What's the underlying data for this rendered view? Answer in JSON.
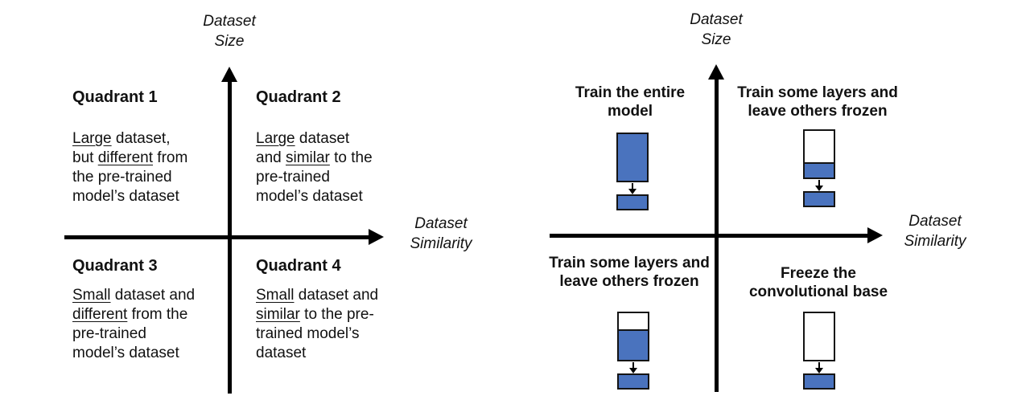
{
  "colors": {
    "accent_blue": "#4a73be",
    "axis_black": "#000000"
  },
  "left_diagram": {
    "y_axis_label": "Dataset\nSize",
    "x_axis_label": "Dataset\nSimilarity",
    "quadrants": [
      {
        "title": "Quadrant 1",
        "u1": "Large",
        "mid": " dataset,\nbut ",
        "u2": "different",
        "tail": " from\nthe pre-trained\nmodel’s dataset"
      },
      {
        "title": "Quadrant 2",
        "u1": "Large",
        "mid": " dataset\nand ",
        "u2": "similar",
        "tail": " to the\npre-trained\nmodel’s dataset"
      },
      {
        "title": "Quadrant 3",
        "u1": "Small",
        "mid": " dataset and\n",
        "u2": "different",
        "tail": " from the\npre-trained\nmodel’s dataset"
      },
      {
        "title": "Quadrant 4",
        "u1": "Small",
        "mid": " dataset and\n",
        "u2": "similar",
        "tail": " to the pre-\ntrained model’s\ndataset"
      }
    ]
  },
  "right_diagram": {
    "y_axis_label": "Dataset\nSize",
    "x_axis_label": "Dataset\nSimilarity",
    "quadrants": [
      {
        "strategy": "Train the entire\nmodel",
        "trained_fraction": "100%"
      },
      {
        "strategy": "Train some layers and\nleave others frozen",
        "trained_fraction": "32%"
      },
      {
        "strategy": "Train some layers and\nleave others frozen",
        "trained_fraction": "66%"
      },
      {
        "strategy": "Freeze the\nconvolutional base",
        "trained_fraction": "0%"
      }
    ]
  }
}
